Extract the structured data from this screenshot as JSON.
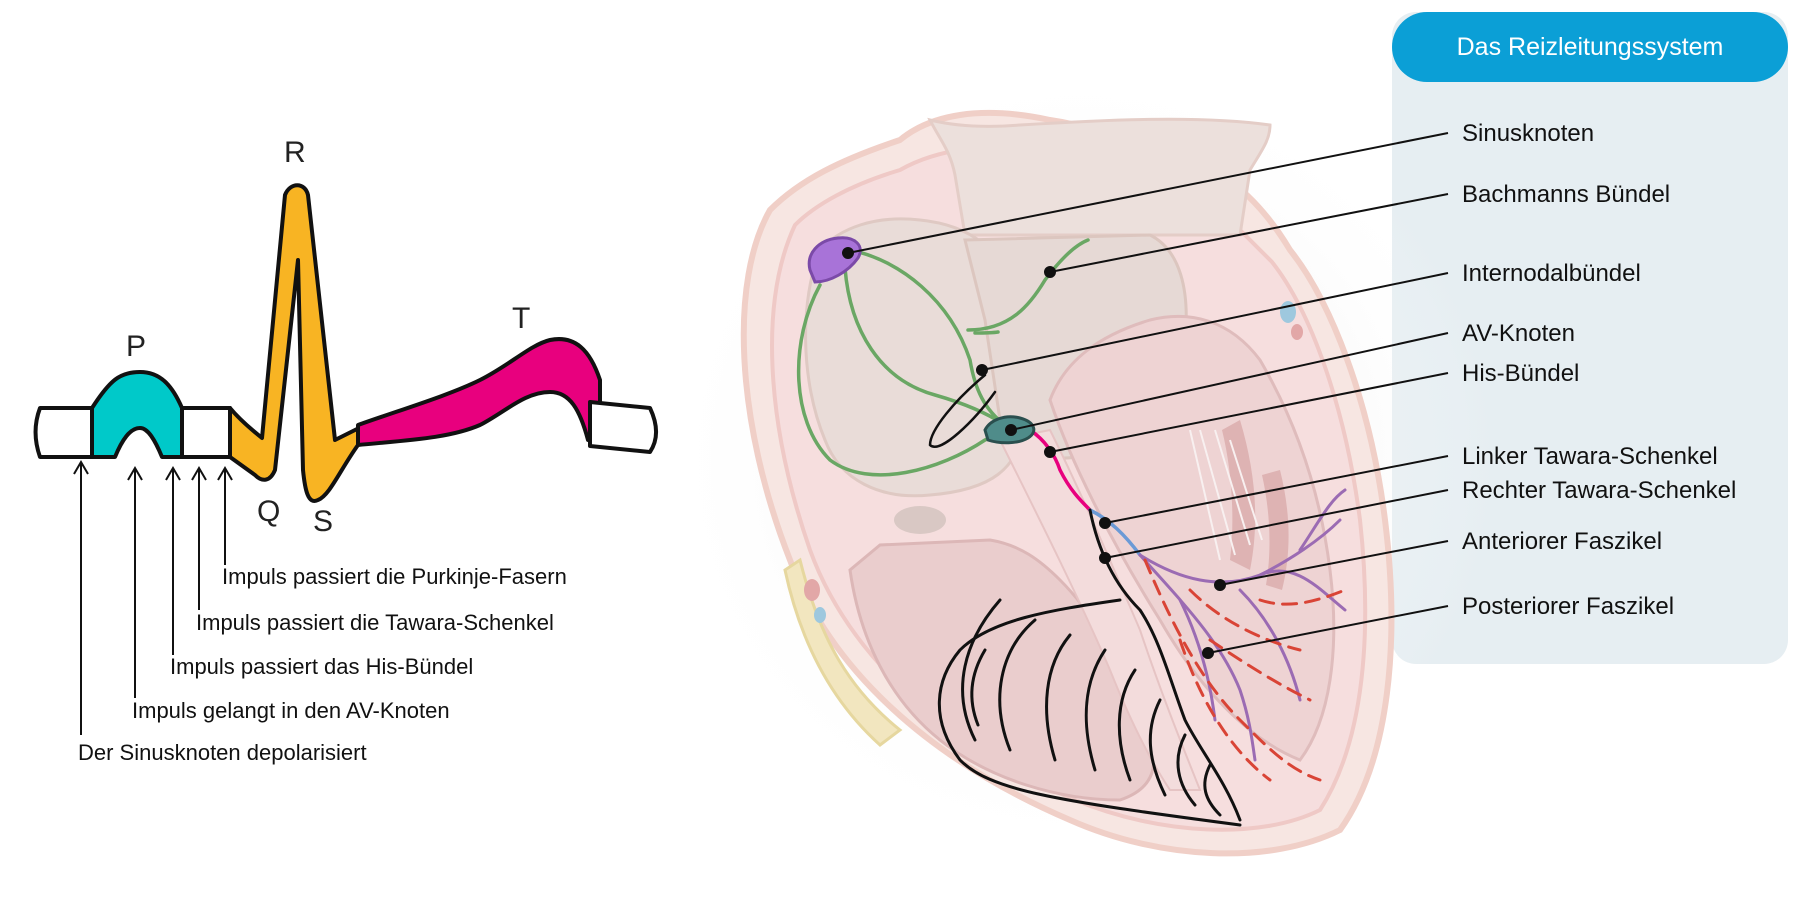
{
  "panel": {
    "title": "Das Reizleitungssystem"
  },
  "labels": [
    "Sinusknoten",
    "Bachmanns Bündel",
    "Internodalbündel",
    "AV-Knoten",
    "His-Bündel",
    "Linker Tawara-Schenkel",
    "Rechter Tawara-Schenkel",
    "Anteriorer Faszikel",
    "Posteriorer Faszikel"
  ],
  "ecg": {
    "waves": {
      "p": "P",
      "q": "Q",
      "r": "R",
      "s": "S",
      "t": "T"
    },
    "events": [
      "Impuls passiert die Purkinje-Fasern",
      "Impuls passiert die Tawara-Schenkel",
      "Impuls passiert das His-Bündel",
      "Impuls gelangt in den AV-Knoten",
      "Der Sinusknoten depolarisiert"
    ]
  },
  "colors": {
    "p_wave": "#00c9c9",
    "qrs": "#f8b423",
    "t_wave": "#e8007e",
    "accent": "#0b9fd6",
    "green_pathway": "#6aa764",
    "purkinje_red": "#d94436",
    "fascicle_purple": "#9b6bb3"
  }
}
